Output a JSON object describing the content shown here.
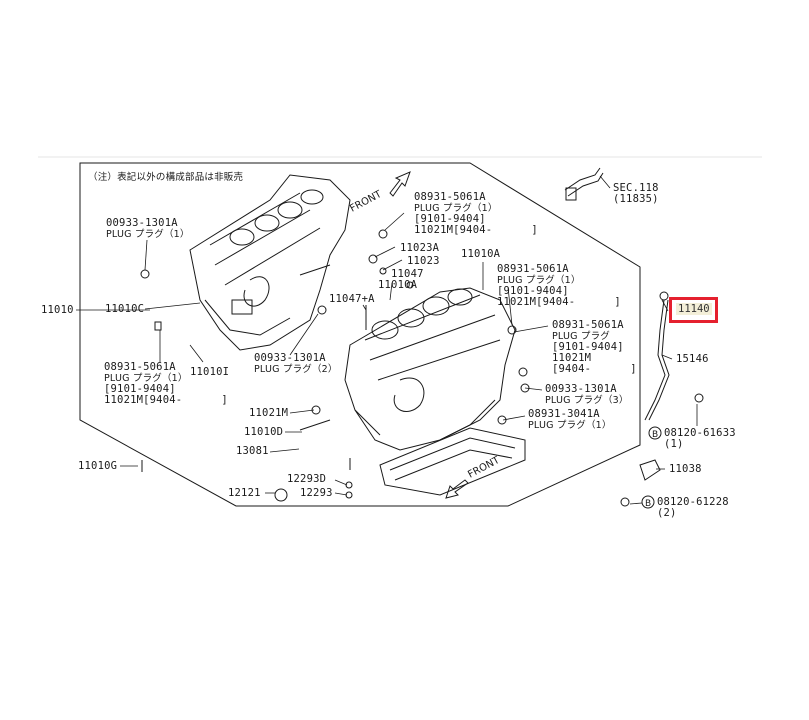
{
  "diagram": {
    "note": "（注）表記以外の構成部品は非販売",
    "front_label": "FRONT",
    "labels": {
      "p11010": "11010",
      "p00933_1301a_top": "00933-1301A",
      "plug1_top": "PLUG プラグ（1）",
      "p11010c": "11010C",
      "p08931_5061a_left": "08931-5061A",
      "plug1_left": "PLUG プラグ（1）",
      "range_left_1": "[9101-9404]",
      "range_left_2": "11021M[9404-      ]",
      "p11010i": "11010I",
      "p00933_1301a_mid": "00933-1301A",
      "plug2_mid": "PLUG プラグ（2）",
      "p11010g": "11010G",
      "p08931_5061a_a": "08931-5061A",
      "plug1_a": "PLUG プラグ（1）",
      "range_a_1": "[9101-9404]",
      "range_a_2": "11021M[9404-      ]",
      "p11023a": "11023A",
      "p11023": "11023",
      "p11047": "11047",
      "p11010a_top": "11010A",
      "p11010a_mid": "11010A",
      "p11047a": "11047+A",
      "p08931_5061a_b": "08931-5061A",
      "plug1_b": "PLUG プラグ（1）",
      "range_b_1": "[9101-9404]",
      "range_b_2": "11021M[9404-      ]",
      "p08931_5061a_c": "08931-5061A",
      "plug_c": "PLUG プラグ",
      "range_c_1": "[9101-9404]",
      "range_c_2": "11021M",
      "range_c_3": "[9404-      ]",
      "p00933_1301a_c": "00933-1301A",
      "plug3_c": "PLUG プラグ（3）",
      "p08931_3041a": "08931-3041A",
      "plug1_d": "PLUG プラグ（1）",
      "p11021m": "11021M",
      "p11010d": "11010D",
      "p13081": "13081",
      "p12293d": "12293D",
      "p12121": "12121",
      "p12293": "12293",
      "sec118": "SEC.118",
      "sec118_ref": "(11835)",
      "p11140": "11140",
      "p15146": "15146",
      "b_bolt1": "08120-61633",
      "b_bolt1_qty": "(1)",
      "p11038": "11038",
      "b_bolt2": "08120-61228",
      "b_bolt2_qty": "(2)",
      "b_symbol": "B"
    }
  },
  "colors": {
    "line": "#1a1a1a",
    "highlight": "#e5202e",
    "tag_bg": "#f3efd8"
  }
}
